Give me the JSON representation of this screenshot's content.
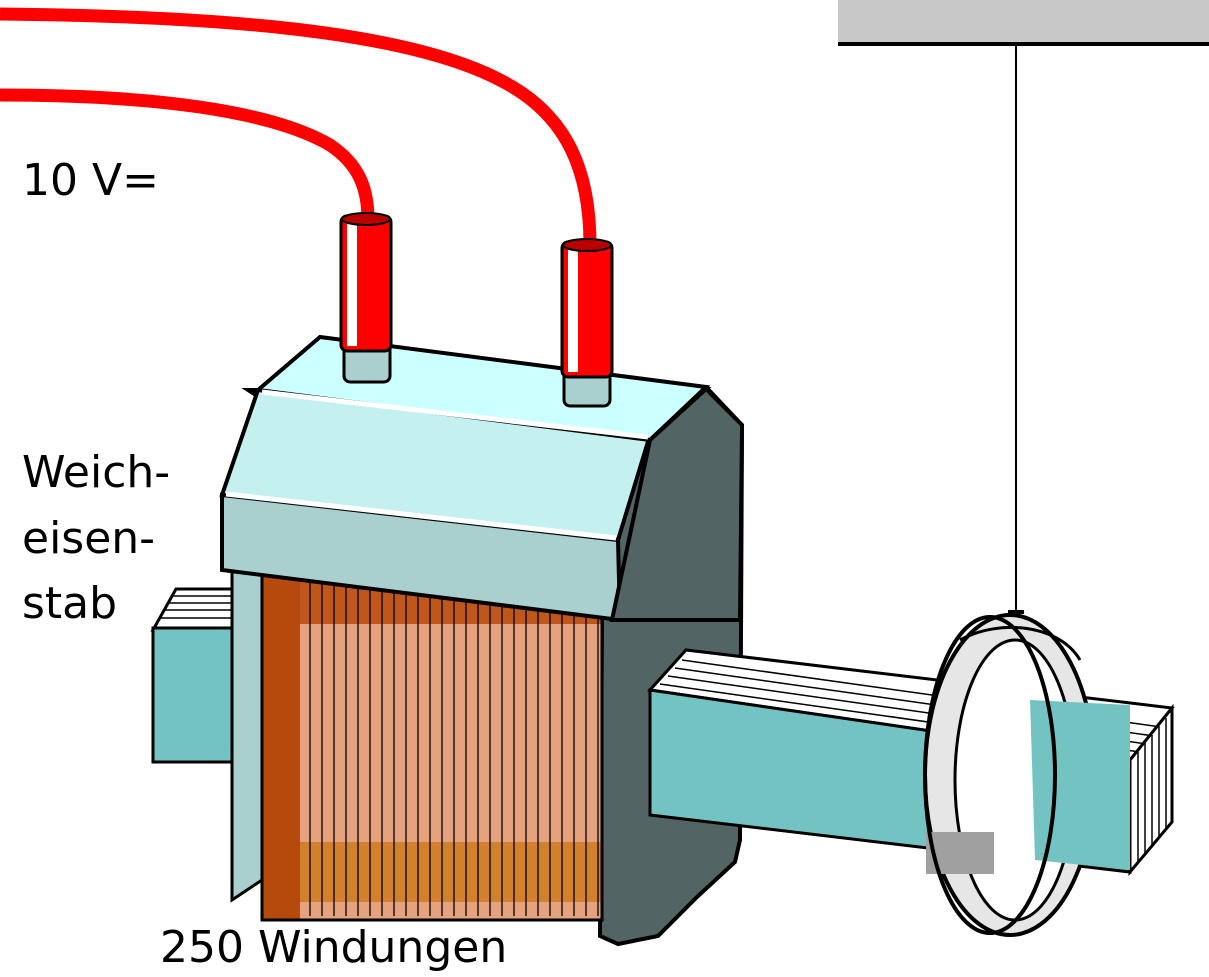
{
  "labels": {
    "voltage": "10 V=",
    "core": [
      "Weich-",
      "eisen-",
      "stab"
    ],
    "windings": "250 Windungen"
  },
  "colors": {
    "wire": "#ff0000",
    "plug_cap": "#a9cfcf",
    "coil_top": "#c4f0f0",
    "coil_dark": "#526564",
    "copper": "#e6a27e",
    "copper_dark": "#b64a0c",
    "copper_band": "#d2802c",
    "iron_bar": "#74c3c3",
    "ring": "#e6e6e6",
    "ceiling": "#c8c8c8"
  }
}
